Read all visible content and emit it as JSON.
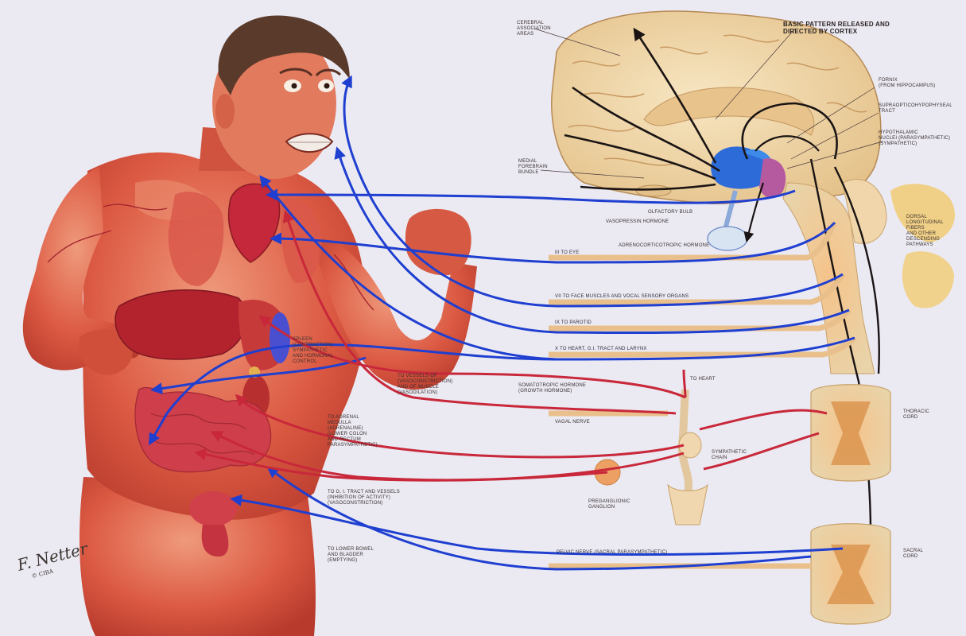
{
  "labels": {
    "cerebral_association_areas": "Cerebral\nassociation\nareas",
    "basic_pattern": "Basic pattern released and\ndirected by cortex",
    "fornix": "Fornix\n(from hippocampus)",
    "supraoptico_hypophyseal": "Supraopticohypophyseal\ntract",
    "hypothalamic_nuclei": "Hypothalamic\nnuclei (parasympathetic)\n(sympathetic)",
    "medial_forebrain_bundle": "Medial\nforebrain\nbundle",
    "olfactory_bulb": "Olfactory bulb",
    "vasopressin_hormone": "Vasopressin hormone",
    "adrenocorticotropic_hormone": "Adrenocorticotropic hormone",
    "dorsal_longitudinal": "Dorsal\nlongitudinal\nfibers\nand other\ndescending\npathways",
    "nerve_iii": "III to eye",
    "nerve_vii": "VII to face muscles and vocal sensory organs",
    "nerve_ix": "IX to parotid",
    "nerve_x": "X to heart, G.I. tract and larynx",
    "spleen_label": "Spleen\n(contraction)\nsympathetic\nand hormonal\ncontrol",
    "to_vessels": "To vessels of\n(vasoconstriction)\nand of muscle\n(vasodilation)",
    "somatotropic_hormone": "Somatotropic hormone\n(growth hormone)",
    "to_heart": "To heart",
    "vagal_nerve": "Vagal nerve",
    "sympathetic_chain": "Sympathetic\nchain",
    "thoracic_cord": "Thoracic\ncord",
    "to_adrenal_medulla": "To adrenal\nmedulla\n(adrenaline)\n(lower colon\nand rectum\nparasympathetic)",
    "to_gi_tract": "To G. I. tract and vessels\n(inhibition of activity)\n(vasoconstriction)",
    "preganglionic": "Preganglionic\nganglion",
    "to_lower_bowel": "To lower bowel\nand bladder\n(emptying)",
    "pelvic_nerve": "Pelvic nerve (sacral parasympathetic)",
    "sacral_cord": "Sacral\ncord"
  },
  "signature": {
    "name": "F. Netter",
    "date": "© CIBA"
  },
  "colors": {
    "background": "#ebeaf3",
    "skin": "#d9553f",
    "skin_light": "#e98a6c",
    "sympathetic": "#c8283a",
    "parasympathetic": "#1f3fd0",
    "central_path": "#1a1414",
    "brain": "#f1d7a8",
    "spinal_cord": "#f3e0bb",
    "hypothalamus": "#2d6cd8",
    "pituitary": "#b65aa0"
  }
}
